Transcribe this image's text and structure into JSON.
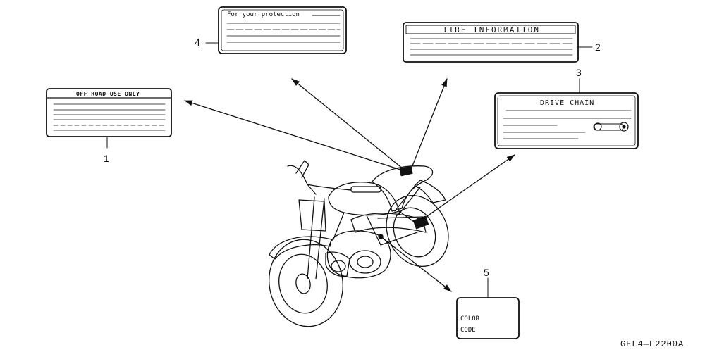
{
  "labels": {
    "off_road": {
      "callout": "1",
      "title": "OFF ROAD USE ONLY"
    },
    "tire_information": {
      "callout": "2",
      "title": "TIRE INFORMATION"
    },
    "drive_chain": {
      "callout": "3",
      "title": "DRIVE CHAIN"
    },
    "protection": {
      "callout": "4",
      "title": "For your protection"
    },
    "color_code": {
      "callout": "5",
      "line1": "COLOR",
      "line2": "CODE"
    }
  },
  "part_code": "GEL4—F2200A"
}
